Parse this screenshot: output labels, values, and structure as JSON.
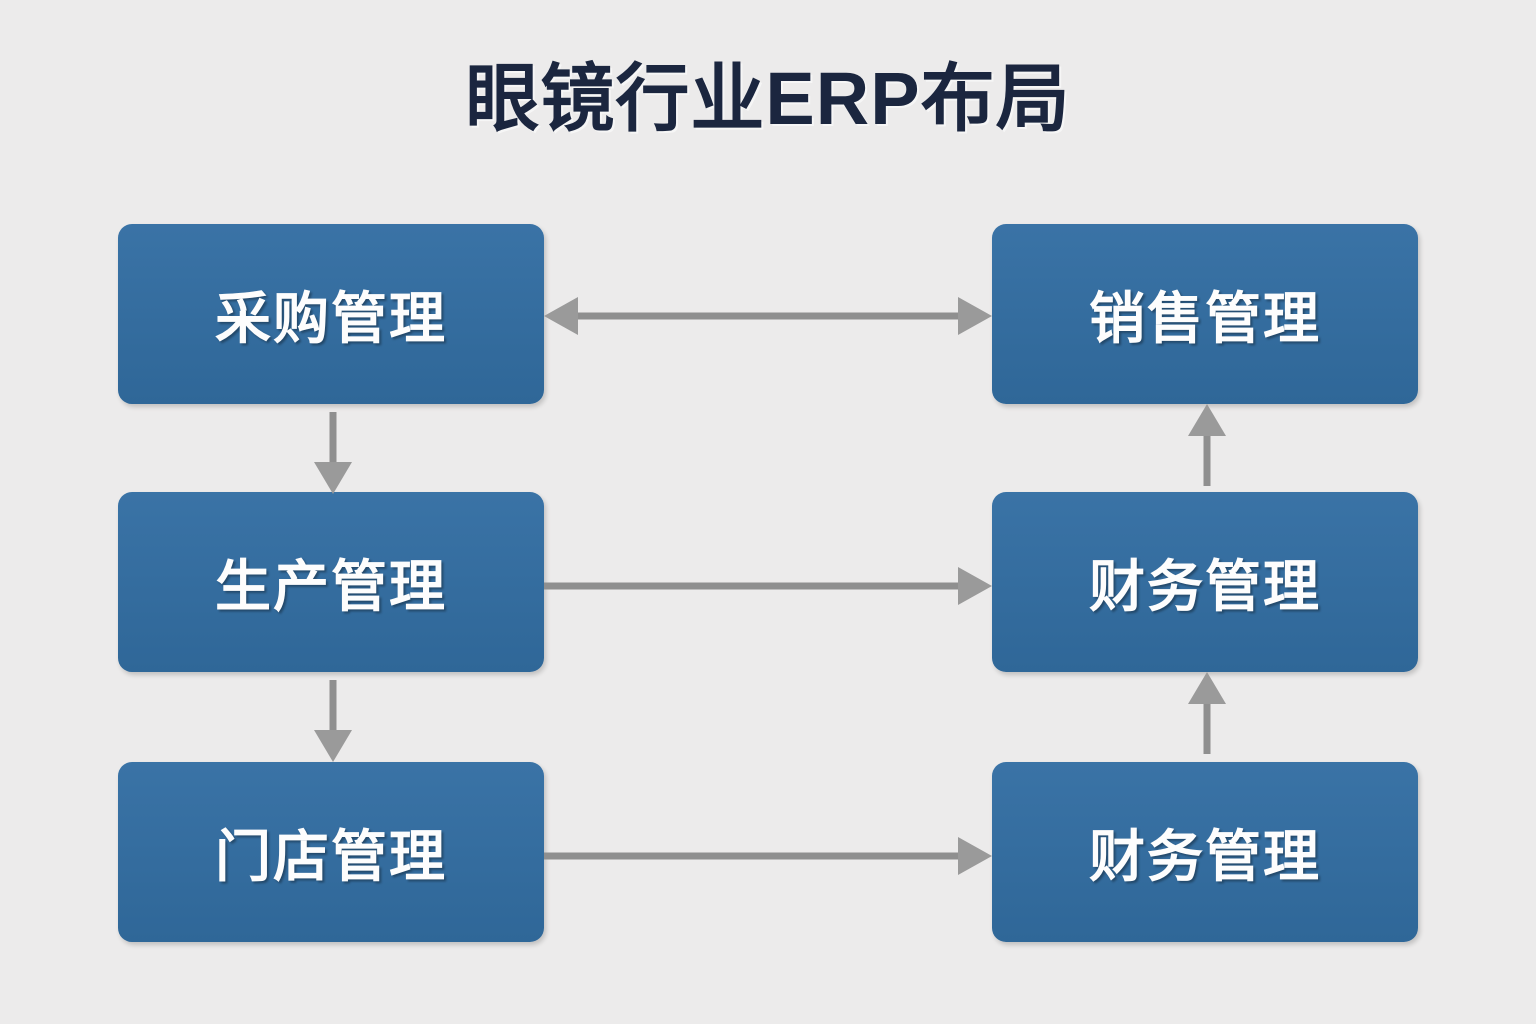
{
  "diagram": {
    "title": "眼镜行业ERP布局",
    "background_color": "#ecebeb",
    "title_color": "#1b263f",
    "node_color": "#336c9e",
    "node_text_color": "#fdfdfd",
    "arrow_color": "#8f8f8f",
    "nodes": [
      {
        "id": "purchasing",
        "label": "采购管理",
        "column": "left",
        "row": 1
      },
      {
        "id": "sales",
        "label": "销售管理",
        "column": "right",
        "row": 1
      },
      {
        "id": "production",
        "label": "生产管理",
        "column": "left",
        "row": 2
      },
      {
        "id": "finance-mid",
        "label": "财务管理",
        "column": "right",
        "row": 2
      },
      {
        "id": "store",
        "label": "门店管理",
        "column": "left",
        "row": 3
      },
      {
        "id": "finance-bot",
        "label": "财务管理",
        "column": "right",
        "row": 3
      }
    ],
    "connections": [
      {
        "id": "purchasing-sales",
        "from": "purchasing",
        "to": "sales",
        "direction": "bidirectional",
        "orientation": "horizontal"
      },
      {
        "id": "purchasing-production",
        "from": "purchasing",
        "to": "production",
        "direction": "down",
        "orientation": "vertical"
      },
      {
        "id": "production-finance-mid",
        "from": "production",
        "to": "finance-mid",
        "direction": "right",
        "orientation": "horizontal"
      },
      {
        "id": "production-store",
        "from": "production",
        "to": "store",
        "direction": "down",
        "orientation": "vertical"
      },
      {
        "id": "finance-mid-sales",
        "from": "finance-mid",
        "to": "sales",
        "direction": "up",
        "orientation": "vertical"
      },
      {
        "id": "store-finance-bot",
        "from": "store",
        "to": "finance-bot",
        "direction": "right",
        "orientation": "horizontal"
      },
      {
        "id": "finance-bot-finance-mid",
        "from": "finance-bot",
        "to": "finance-mid",
        "direction": "up",
        "orientation": "vertical"
      }
    ]
  }
}
